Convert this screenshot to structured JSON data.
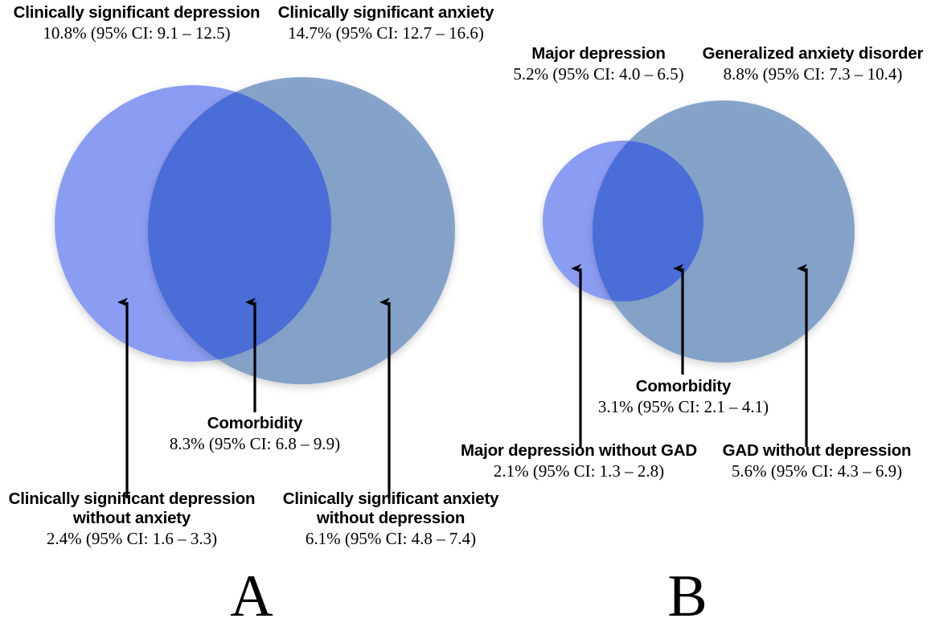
{
  "figure": {
    "type": "venn-diagram-pair",
    "background": "#ffffff",
    "colors": {
      "set_left_fill": "#8B9DF2",
      "set_right_fill": "#7E9CC6",
      "intersection_fill": "#4A6DD8",
      "arrow_color": "#000000",
      "text_color": "#000000"
    }
  },
  "panel_a": {
    "letter": "A",
    "top_left": {
      "title": "Clinically significant depression",
      "value": "10.8% (95% CI: 9.1 – 12.5)"
    },
    "top_right": {
      "title": "Clinically significant anxiety",
      "value": "14.7% (95% CI: 12.7 – 16.6)"
    },
    "comorbidity": {
      "title": "Comorbidity",
      "value": "8.3% (95% CI: 6.8 – 9.9)"
    },
    "bottom_left": {
      "title_line1": "Clinically significant depression",
      "title_line2": "without anxiety",
      "value": "2.4% (95% CI: 1.6 – 3.3)"
    },
    "bottom_right": {
      "title_line1": "Clinically significant anxiety",
      "title_line2": "without depression",
      "value": "6.1% (95% CI: 4.8 – 7.4)"
    }
  },
  "panel_b": {
    "letter": "B",
    "top_left": {
      "title": "Major depression",
      "value": "5.2% (95% CI: 4.0 – 6.5)"
    },
    "top_right": {
      "title": "Generalized anxiety disorder",
      "value": "8.8% (95% CI: 7.3 – 10.4)"
    },
    "comorbidity": {
      "title": "Comorbidity",
      "value": "3.1% (95% CI: 2.1 – 4.1)"
    },
    "bottom_left": {
      "title": "Major depression without GAD",
      "value": "2.1% (95% CI: 1.3 – 2.8)"
    },
    "bottom_right": {
      "title": "GAD without depression",
      "value": "5.6% (95% CI: 4.3 – 6.9)"
    }
  },
  "chart_data": {
    "type": "venn",
    "title": "",
    "panels": [
      {
        "id": "A",
        "label": "A",
        "sets": [
          {
            "name": "Clinically significant depression",
            "total_percent": 10.8,
            "ci_low": 9.1,
            "ci_high": 12.5,
            "exclusive_name": "Clinically significant depression without anxiety",
            "exclusive_percent": 2.4,
            "exclusive_ci_low": 1.6,
            "exclusive_ci_high": 3.3,
            "color": "#8B9DF2"
          },
          {
            "name": "Clinically significant anxiety",
            "total_percent": 14.7,
            "ci_low": 12.7,
            "ci_high": 16.6,
            "exclusive_name": "Clinically significant anxiety without depression",
            "exclusive_percent": 6.1,
            "exclusive_ci_low": 4.8,
            "exclusive_ci_high": 7.4,
            "color": "#7E9CC6"
          }
        ],
        "intersection": {
          "name": "Comorbidity",
          "percent": 8.3,
          "ci_low": 6.8,
          "ci_high": 9.9,
          "color": "#4A6DD8"
        }
      },
      {
        "id": "B",
        "label": "B",
        "sets": [
          {
            "name": "Major depression",
            "total_percent": 5.2,
            "ci_low": 4.0,
            "ci_high": 6.5,
            "exclusive_name": "Major depression without GAD",
            "exclusive_percent": 2.1,
            "exclusive_ci_low": 1.3,
            "exclusive_ci_high": 2.8,
            "color": "#8B9DF2"
          },
          {
            "name": "Generalized anxiety disorder",
            "total_percent": 8.8,
            "ci_low": 7.3,
            "ci_high": 10.4,
            "exclusive_name": "GAD without depression",
            "exclusive_percent": 5.6,
            "exclusive_ci_low": 4.3,
            "exclusive_ci_high": 6.9,
            "color": "#7E9CC6"
          }
        ],
        "intersection": {
          "name": "Comorbidity",
          "percent": 3.1,
          "ci_low": 2.1,
          "ci_high": 4.1,
          "color": "#4A6DD8"
        }
      }
    ],
    "units": "percent",
    "ci_level": "95%",
    "legend": "none",
    "grid": false
  }
}
